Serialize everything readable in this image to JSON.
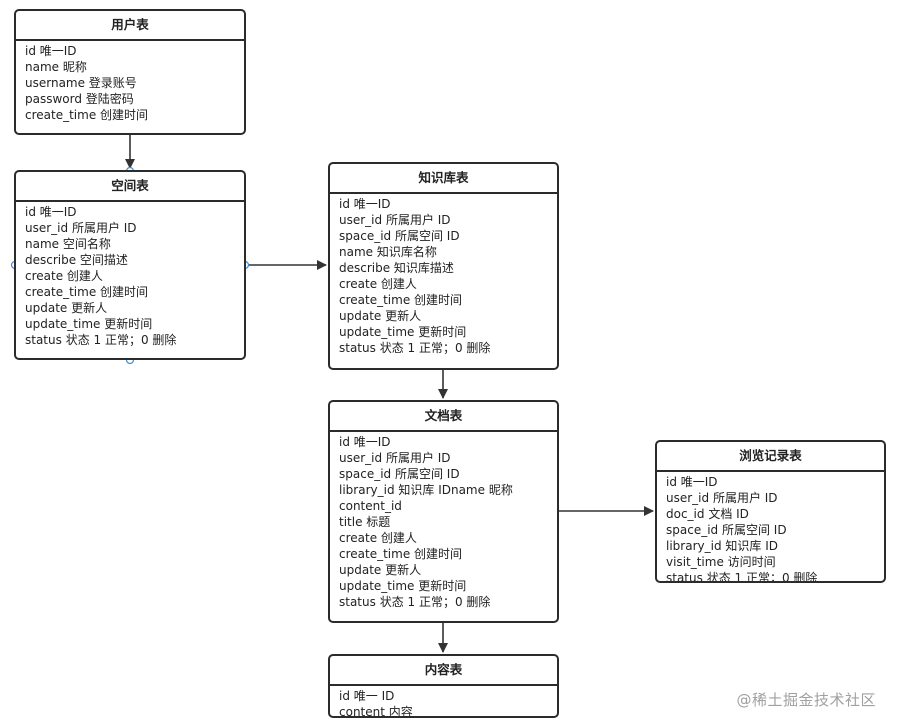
{
  "tables": {
    "user": {
      "title": "用户表",
      "fields": [
        "id 唯一ID",
        "name 昵称",
        "username 登录账号",
        "password 登陆密码",
        "create_time  创建时间"
      ]
    },
    "space": {
      "title": "空间表",
      "fields": [
        "id 唯一ID",
        "user_id 所属用户 ID",
        "name 空间名称",
        "describe 空间描述",
        "create 创建人",
        "create_time  创建时间",
        "update 更新人",
        "update_time 更新时间",
        "status 状态 1 正常；0 删除"
      ]
    },
    "library": {
      "title": "知识库表",
      "fields": [
        "id 唯一ID",
        "user_id 所属用户 ID",
        "space_id 所属空间 ID",
        "name 知识库名称",
        "describe 知识库描述",
        "create 创建人",
        "create_time  创建时间",
        "update 更新人",
        "update_time 更新时间",
        "status 状态 1 正常；0 删除"
      ]
    },
    "doc": {
      "title": "文档表",
      "fields": [
        "id 唯一ID",
        "user_id 所属用户 ID",
        "space_id 所属空间 ID",
        "library_id 知识库 IDname 昵称",
        "content_id",
        "title 标题",
        "create 创建人",
        "create_time  创建时间",
        "update 更新人",
        "update_time 更新时间",
        "status 状态 1 正常；0 删除"
      ]
    },
    "visit": {
      "title": "浏览记录表",
      "fields": [
        "id 唯一ID",
        "user_id 所属用户 ID",
        "doc_id 文档 ID",
        "space_id 所属空间 ID",
        "library_id 知识库 ID",
        "visit_time 访问时间",
        "status 状态 1 正常；0 删除"
      ]
    },
    "content": {
      "title": "内容表",
      "fields": [
        "id 唯一 ID",
        "content 内容"
      ]
    }
  },
  "watermark": "@稀土掘金技术社区"
}
